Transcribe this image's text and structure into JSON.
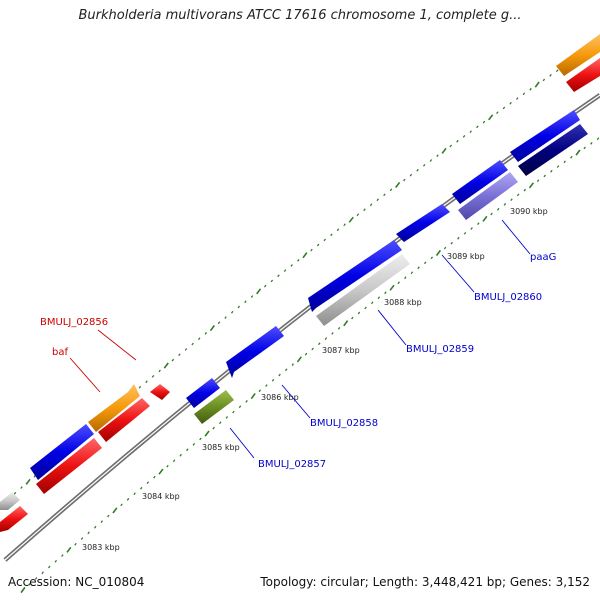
{
  "title": "Burkholderia multivorans ATCC 17616 chromosome 1, complete g...",
  "footer": {
    "accession_text": "Accession: NC_010804",
    "summary_text": "Topology: circular; Length: 3,448,421 bp; Genes: 3,152"
  },
  "kbp_labels": [
    "3083 kbp",
    "3084 kbp",
    "3085 kbp",
    "3086 kbp",
    "3087 kbp",
    "3088 kbp",
    "3089 kbp",
    "3090 kbp"
  ],
  "gene_labels": {
    "bmulj_02856": "BMULJ_02856",
    "baf": "baf",
    "bmulj_02857": "BMULJ_02857",
    "bmulj_02858": "BMULJ_02858",
    "bmulj_02859": "BMULJ_02859",
    "bmulj_02860": "BMULJ_02860",
    "paag": "paaG"
  },
  "colors": {
    "backbone": "#888888",
    "tick_green": "#2e7d22",
    "forward_cds": "#0000e6",
    "reverse_cds": "#ee1111",
    "orange_feature": "#f59a0b",
    "gray_feature": "#c8c8c8",
    "olive_feature": "#6b8e23",
    "navy_feature": "#000080",
    "lavender_feature": "#7a70d8",
    "label_blue": "#0000cc",
    "label_red": "#cc0000"
  }
}
